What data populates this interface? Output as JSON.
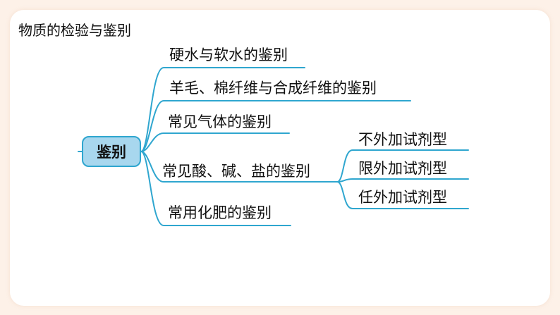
{
  "page": {
    "title": "物质的检验与鉴别"
  },
  "mindmap": {
    "root": "鉴别",
    "branches": [
      {
        "label": "硬水与软水的鉴别"
      },
      {
        "label": "羊毛、棉纤维与合成纤维的鉴别"
      },
      {
        "label": "常见气体的鉴别"
      },
      {
        "label": "常见酸、碱、盐的鉴别",
        "children": [
          {
            "label": "不外加试剂型"
          },
          {
            "label": "限外加试剂型"
          },
          {
            "label": "任外加试剂型"
          }
        ]
      },
      {
        "label": "常用化肥的鉴别"
      }
    ]
  },
  "colors": {
    "line": "#2fa6cf",
    "root_fill": "#a8d7ee",
    "background": "#fdf1e8"
  }
}
